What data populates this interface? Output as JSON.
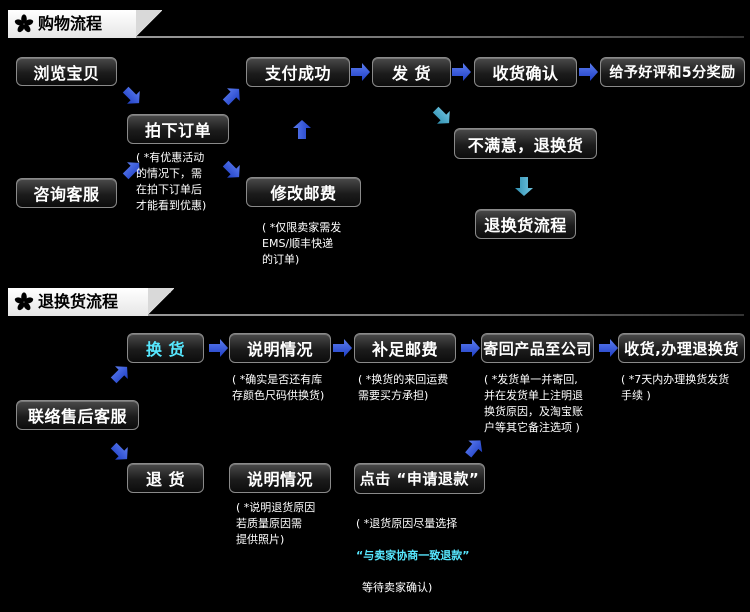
{
  "colors": {
    "bg": "#000000",
    "box_text": "#ffffff",
    "highlight": "#57e8ff",
    "arrow_blue": "#2b50d8",
    "arrow_teal": "#3c9fbf"
  },
  "section1": {
    "title": "购物流程",
    "boxes": {
      "browse": "浏览宝贝",
      "consult": "咨询客服",
      "order": "拍下订单",
      "modify_postage": "修改邮费",
      "pay_success": "支付成功",
      "ship": "发 货",
      "confirm_receipt": "收货确认",
      "review": "给予好评和5分奖励",
      "unsatisfied": "不满意，退换货",
      "return_process": "退换货流程"
    },
    "notes": {
      "order_note": "( *有优惠活动\n的情况下，需\n在拍下订单后\n才能看到优惠)",
      "postage_note": "( *仅限卖家需发\nEMS/顺丰快递\n的订单)"
    }
  },
  "section2": {
    "title": "退换货流程",
    "boxes": {
      "contact_service": "联络售后客服",
      "exchange": "换 货",
      "explain1": "说明情况",
      "add_postage": "补足邮费",
      "send_back": "寄回产品至公司",
      "receive_process": "收货,办理退换货",
      "refund": "退 货",
      "explain2": "说明情况",
      "apply_refund": "点击 “申请退款”"
    },
    "notes": {
      "explain1_note": "( *确实是否还有库\n存颜色尺码供换货)",
      "postage_note": "( *换货的来回运费\n需要买方承担)",
      "sendback_note": "( *发货单一并寄回,\n并在发货单上注明退\n换货原因，及淘宝账\n户等其它备注选项 )",
      "process_note": "( *7天内办理换货发货\n手续 )",
      "explain2_note": "( *说明退货原因\n若质量原因需\n提供照片)",
      "refund_note_a": "( *退货原因尽量选择",
      "refund_note_b": "“与卖家协商一致退款”",
      "refund_note_c": "等待卖家确认)"
    }
  }
}
